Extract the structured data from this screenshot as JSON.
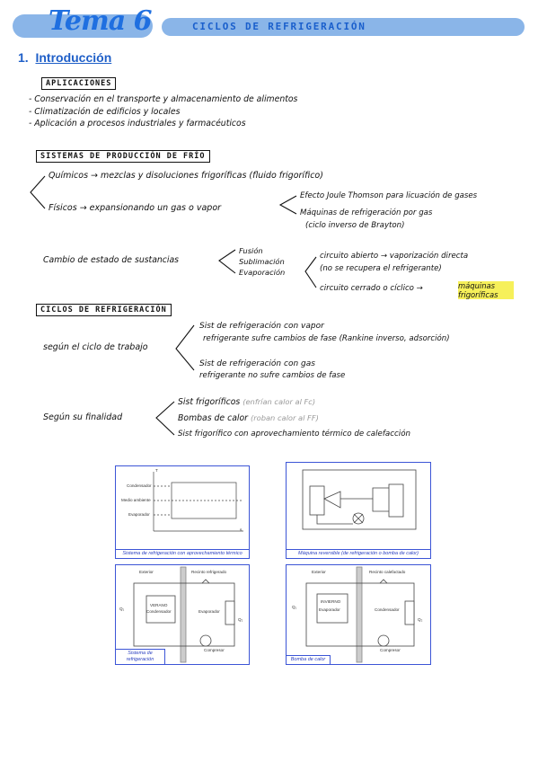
{
  "header": {
    "tema": "Tema 6",
    "title": "CICLOS DE REFRIGERACIÓN"
  },
  "section": {
    "number": "1.",
    "title": "Introducción"
  },
  "aplicaciones": {
    "label": "APLICACIONES",
    "items": [
      "- Conservación en el transporte y almacenamiento de alimentos",
      "- Climatización de edificios y locales",
      "- Aplicación a procesos industriales y farmacéuticos"
    ]
  },
  "sistemas": {
    "label": "SISTEMAS DE PRODUCCIÓN DE FRÍO",
    "quimicos": "Químicos → mezclas y disoluciones frigoríficas (fluido frigorífico)",
    "fisicos": "Físicos → expansionando un gas o vapor",
    "fisicos_a": "Efecto Joule Thomson para licuación de gases",
    "fisicos_b": "Máquinas de refrigeración por gas",
    "fisicos_b2": "(ciclo inverso de Brayton)",
    "cambio": "Cambio de estado de sustancias",
    "states": [
      "Fusión",
      "Sublimación",
      "Evaporación"
    ],
    "abierto": "circuito abierto → vaporización directa",
    "abierto2": "(no se recupera el refrigerante)",
    "cerrado": "circuito cerrado o cíclico →",
    "maquinas": "máquinas frigoríficas"
  },
  "ciclos": {
    "label": "CICLOS DE REFRIGERACIÓN",
    "trabajo": "según el ciclo de trabajo",
    "vapor_a": "Sist de refrigeración con vapor",
    "vapor_b": "refrigerante sufre cambios de fase (Rankine inverso, adsorción)",
    "gas_a": "Sist de refrigeración con gas",
    "gas_b": "refrigerante no sufre cambios de fase",
    "finalidad": "Según su finalidad",
    "fin_1": "Sist frigoríficos",
    "fin_1_note": "(enfrían calor al Fc)",
    "fin_2": "Bombas de calor",
    "fin_2_note": "(roban calor al FF)",
    "fin_3": "Sist frigorífico con aprovechamiento térmico de calefacción"
  },
  "figures": {
    "fig1": {
      "caption": "Sistema de refrigeración con aprovechamiento térmico",
      "labels": [
        "Condensador",
        "Medio ambiente",
        "Evaporador",
        "T",
        "s"
      ]
    },
    "fig2": {
      "caption": "Máquina reversible (de refrigeración o bomba de calor)"
    },
    "fig3": {
      "caption": "Sistema de refrigeración",
      "labels": [
        "Exterior",
        "Recinto refrigerado",
        "VERANO",
        "Condensador",
        "Evaporador",
        "Compresor",
        "Q₁",
        "Q₂"
      ]
    },
    "fig4": {
      "caption": "Bomba de calor",
      "labels": [
        "Exterior",
        "Recinto calefactado",
        "INVIERNO",
        "Evaporador",
        "Condensador",
        "Compresor",
        "Q₁",
        "Q₂"
      ]
    }
  },
  "colors": {
    "accent": "#1f6fe0",
    "pill": "#8ab5e8",
    "figure_border": "#3c55d6",
    "highlight": "#f6f05a"
  }
}
